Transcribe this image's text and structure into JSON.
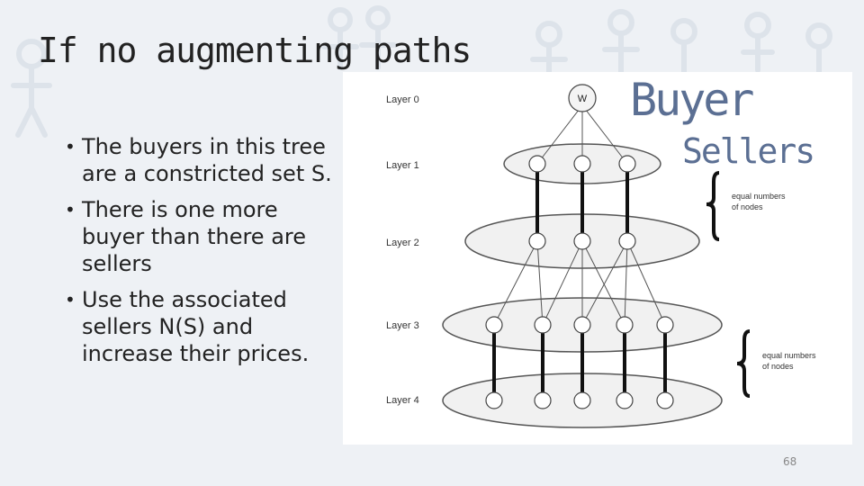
{
  "slide": {
    "title": "If no augmenting paths",
    "bullets": [
      "The buyers in this tree are a constricted set S.",
      "There is one more buyer than there are sellers",
      "Use the associated sellers N(S) and increase their prices."
    ],
    "page_number": "68"
  },
  "figure": {
    "layers": [
      "Layer 0",
      "Layer 1",
      "Layer 2",
      "Layer 3",
      "Layer 4"
    ],
    "root_label": "W",
    "brace_note_1": [
      "equal numbers",
      "of nodes"
    ],
    "brace_note_2": [
      "equal numbers",
      "of nodes"
    ]
  },
  "overlay": {
    "buyer": "Buyer",
    "sellers": "Sellers"
  },
  "colors": {
    "overlay_text": "#5b6f93",
    "background": "#eef1f5"
  }
}
